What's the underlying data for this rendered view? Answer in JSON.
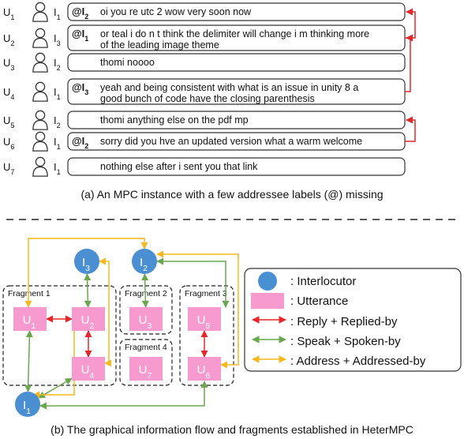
{
  "conversation": [
    {
      "uid": "U",
      "usub": "1",
      "spk": "I",
      "ssub": "1",
      "at": "@I",
      "atsub": "2",
      "lines": [
        "oi you re utc 2 wow very soon now"
      ]
    },
    {
      "uid": "U",
      "usub": "2",
      "spk": "I",
      "ssub": "3",
      "at": "@I",
      "atsub": "1",
      "lines": [
        "or teal i do n t think the delimiter will change i m thinking more",
        "of the leading image theme"
      ]
    },
    {
      "uid": "U",
      "usub": "3",
      "spk": "I",
      "ssub": "2",
      "at": "",
      "atsub": "",
      "lines": [
        "thomi noooo"
      ]
    },
    {
      "uid": "U",
      "usub": "4",
      "spk": "I",
      "ssub": "1",
      "at": "@I",
      "atsub": "3",
      "lines": [
        "yeah and being consistent with what is an issue in unity 8 a",
        "good bunch of code have the closing parenthesis"
      ]
    },
    {
      "uid": "U",
      "usub": "5",
      "spk": "I",
      "ssub": "2",
      "at": "",
      "atsub": "",
      "lines": [
        "thomi anything else on the pdf mp"
      ]
    },
    {
      "uid": "U",
      "usub": "6",
      "spk": "I",
      "ssub": "1",
      "at": "@I",
      "atsub": "2",
      "lines": [
        "sorry did you hve an updated version what a warm welcome"
      ]
    },
    {
      "uid": "U",
      "usub": "7",
      "spk": "I",
      "ssub": "1",
      "at": "",
      "atsub": "",
      "lines": [
        "nothing else after i sent you that link"
      ]
    }
  ],
  "caption_a": "(a) An MPC instance with a few addressee labels (@) missing",
  "caption_b": "(b) The graphical information flow and fragments established in HeterMPC",
  "graph": {
    "fragments": [
      "Fragment 1",
      "Fragment 2",
      "Fragment 3",
      "Fragment 4"
    ],
    "interlocutors": [
      {
        "id": "I1",
        "base": "I",
        "sub": "1"
      },
      {
        "id": "I2",
        "base": "I",
        "sub": "2"
      },
      {
        "id": "I3",
        "base": "I",
        "sub": "3"
      }
    ],
    "utterances": [
      {
        "id": "U1",
        "base": "U",
        "sub": "1"
      },
      {
        "id": "U2",
        "base": "U",
        "sub": "2"
      },
      {
        "id": "U3",
        "base": "U",
        "sub": "3"
      },
      {
        "id": "U4",
        "base": "U",
        "sub": "4"
      },
      {
        "id": "U5",
        "base": "U",
        "sub": "5"
      },
      {
        "id": "U6",
        "base": "U",
        "sub": "6"
      },
      {
        "id": "U7",
        "base": "U",
        "sub": "7"
      }
    ],
    "edges": {
      "reply": [
        [
          "U1",
          "U2"
        ],
        [
          "U2",
          "U4"
        ],
        [
          "U5",
          "U6"
        ]
      ],
      "speak": [
        [
          "I1",
          "U1"
        ],
        [
          "I1",
          "U4"
        ],
        [
          "I1",
          "U6"
        ],
        [
          "I3",
          "U2"
        ],
        [
          "I2",
          "U3"
        ],
        [
          "I2",
          "U5"
        ]
      ],
      "address": [
        [
          "U1",
          "I2"
        ],
        [
          "U2",
          "I1"
        ],
        [
          "U4",
          "I3"
        ],
        [
          "U6",
          "I2"
        ]
      ]
    }
  },
  "legend": [
    {
      "kind": "interlocutor",
      "label": ": Interlocutor"
    },
    {
      "kind": "utterance",
      "label": ": Utterance"
    },
    {
      "kind": "reply",
      "label": ": Reply + Replied-by"
    },
    {
      "kind": "speak",
      "label": ": Speak + Spoken-by"
    },
    {
      "kind": "address",
      "label": ": Address + Addressed-by"
    }
  ],
  "colors": {
    "reply": "#e8262a",
    "speak": "#6aa84f",
    "address": "#f6b81c",
    "interlocutor": "#4a8fd1",
    "utterance": "#f79ad0"
  }
}
